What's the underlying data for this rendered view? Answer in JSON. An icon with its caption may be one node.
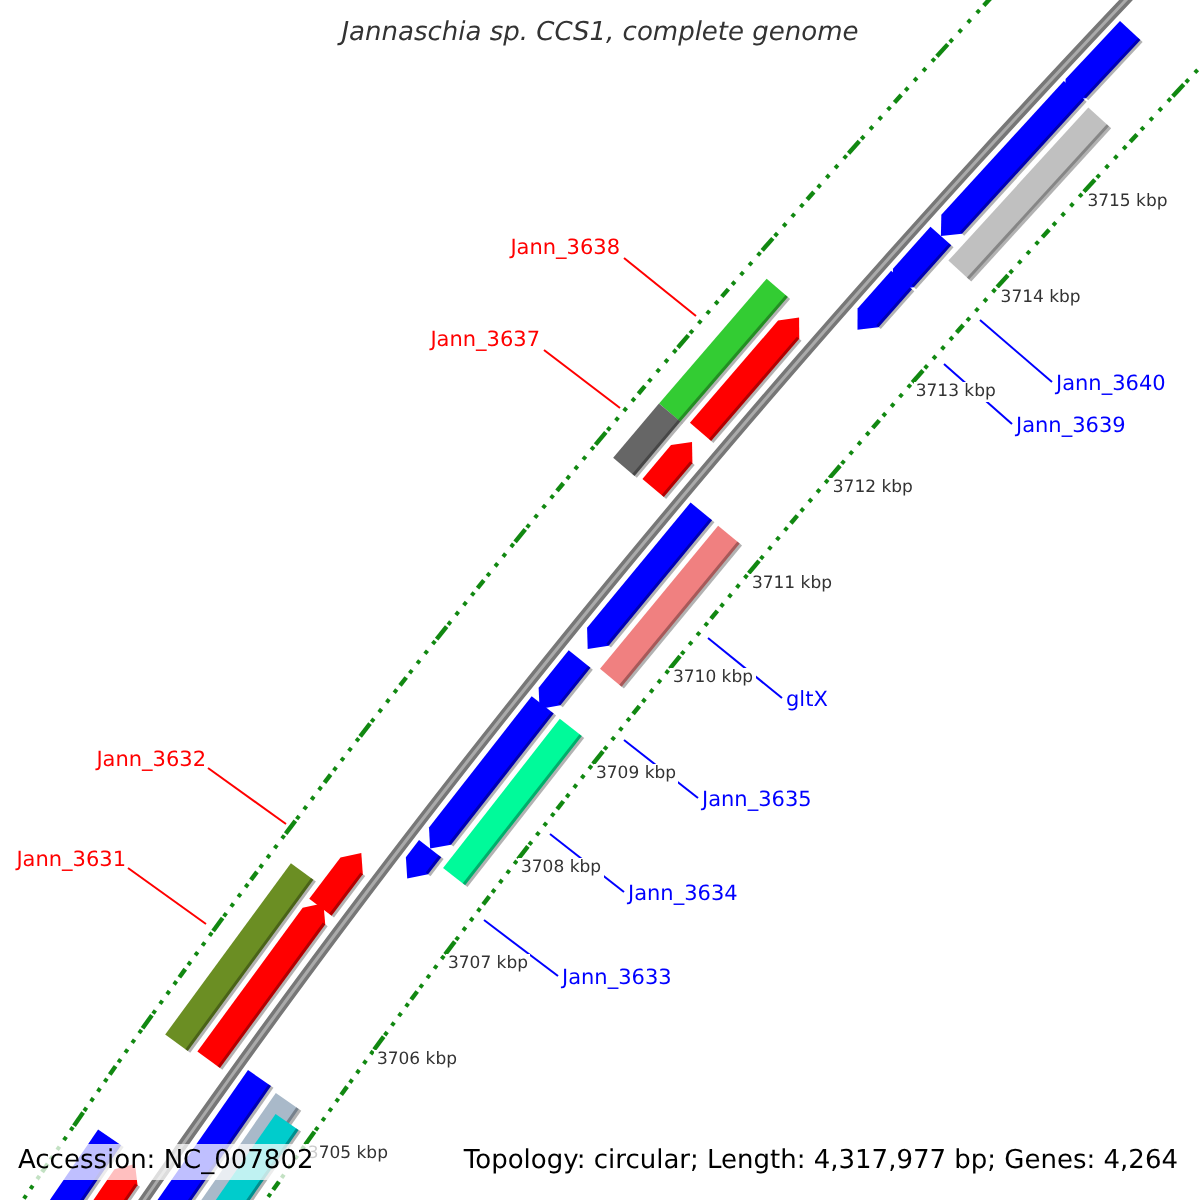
{
  "diagram": {
    "title": "Jannaschia sp. CCS1, complete genome",
    "nodes": [
      {
        "text": [
          "Jann_3638"
        ]
      },
      {
        "text": [
          "Jann_3637"
        ]
      },
      {
        "text": [
          "Jann_3640"
        ]
      },
      {
        "text": [
          "Jann_3639"
        ]
      },
      {
        "text": [
          "gltX"
        ]
      },
      {
        "text": [
          "Jann_3632"
        ]
      },
      {
        "text": [
          "Jann_3635"
        ]
      },
      {
        "text": [
          "Jann_3631"
        ]
      },
      {
        "text": [
          "Jann_3634"
        ]
      },
      {
        "text": [
          "Jann_3633"
        ]
      }
    ],
    "edges": [
      {
        "from": 0,
        "to": null,
        "arrow": "none",
        "color": "#ff0000"
      },
      {
        "from": 1,
        "to": null,
        "arrow": "none",
        "color": "#ff0000"
      },
      {
        "from": 2,
        "to": null,
        "arrow": "none"
      },
      {
        "from": 3,
        "to": null,
        "arrow": "none"
      },
      {
        "from": 4,
        "to": null,
        "arrow": "none"
      },
      {
        "from": 5,
        "to": null,
        "arrow": "none",
        "color": "#ff0000"
      },
      {
        "from": 6,
        "to": null,
        "arrow": "none"
      },
      {
        "from": 7,
        "to": null,
        "arrow": "none",
        "color": "#ff0000"
      },
      {
        "from": 8,
        "to": null,
        "arrow": "none"
      },
      {
        "from": 9,
        "to": null,
        "arrow": "none"
      }
    ],
    "labels": [
      "3715 kbp",
      "3714 kbp",
      "3713 kbp",
      "3712 kbp",
      "3711 kbp",
      "3710 kbp",
      "3709 kbp",
      "3708 kbp",
      "3707 kbp",
      "3706 kbp",
      "3705 kbp",
      "Accession: NC_007802",
      "Topology: circular; Length: 4,317,977 bp; Genes: 4,264"
    ]
  }
}
